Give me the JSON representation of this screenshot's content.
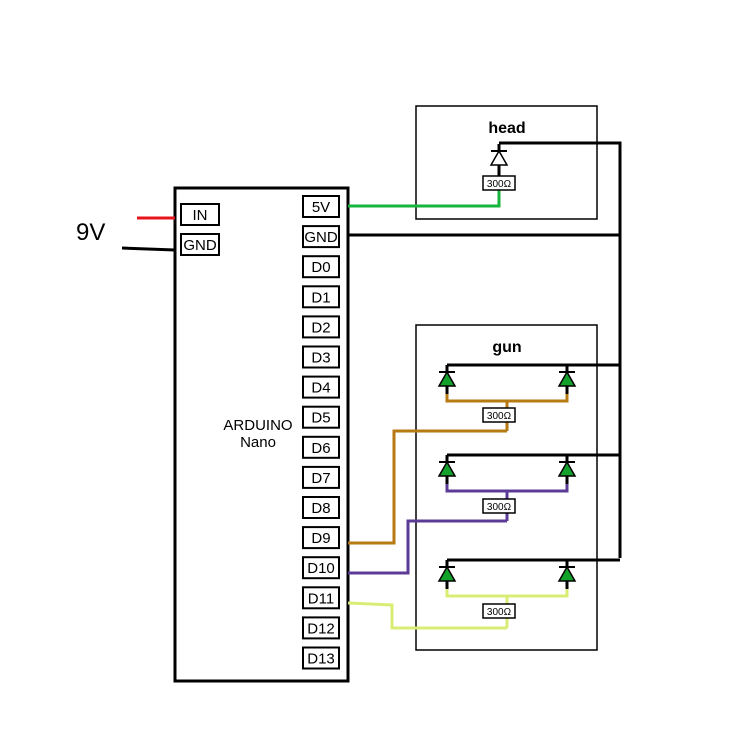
{
  "diagram": {
    "board": {
      "line1": "ARDUINO",
      "line2": "Nano"
    },
    "power": {
      "label": "9V",
      "positive_color": "#e8141b",
      "negative_color": "#000000"
    },
    "left_pins": [
      "IN",
      "GND"
    ],
    "right_pins": [
      "5V",
      "GND",
      "D0",
      "D1",
      "D2",
      "D3",
      "D4",
      "D5",
      "D6",
      "D7",
      "D8",
      "D9",
      "D10",
      "D11",
      "D12",
      "D13"
    ],
    "head": {
      "title": "head",
      "resistor": "300Ω",
      "wire_color": "#16b43c",
      "led_color": "#ffffff"
    },
    "gun": {
      "title": "gun",
      "led_color": "#12a22c",
      "groups": [
        {
          "pin": "D9",
          "resistor": "300Ω",
          "wire_color": "#b77a12"
        },
        {
          "pin": "D10",
          "resistor": "300Ω",
          "wire_color": "#5b3b96"
        },
        {
          "pin": "D11",
          "resistor": "300Ω",
          "wire_color": "#d9ec73"
        }
      ]
    }
  }
}
